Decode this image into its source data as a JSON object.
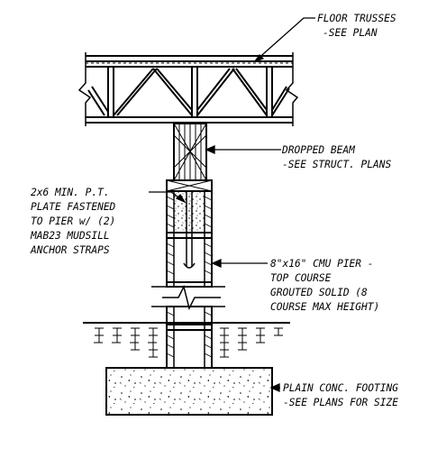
{
  "callouts": {
    "floor_trusses": [
      "FLOOR TRUSSES",
      "-SEE PLAN"
    ],
    "dropped_beam": [
      "DROPPED BEAM",
      "-SEE STRUCT. PLANS"
    ],
    "sill_plate": [
      "2x6 MIN. P.T.",
      "PLATE FASTENED",
      "TO PIER w/ (2)",
      "MAB23 MUDSILL",
      "ANCHOR STRAPS"
    ],
    "cmu_pier": [
      "8\"x16\" CMU PIER -",
      "TOP COURSE",
      "GROUTED SOLID (8",
      "COURSE MAX HEIGHT)"
    ],
    "footing": [
      "PLAIN CONC. FOOTING",
      "-SEE PLANS FOR SIZE"
    ]
  },
  "colors": {
    "line": "#000000",
    "background": "#ffffff"
  }
}
